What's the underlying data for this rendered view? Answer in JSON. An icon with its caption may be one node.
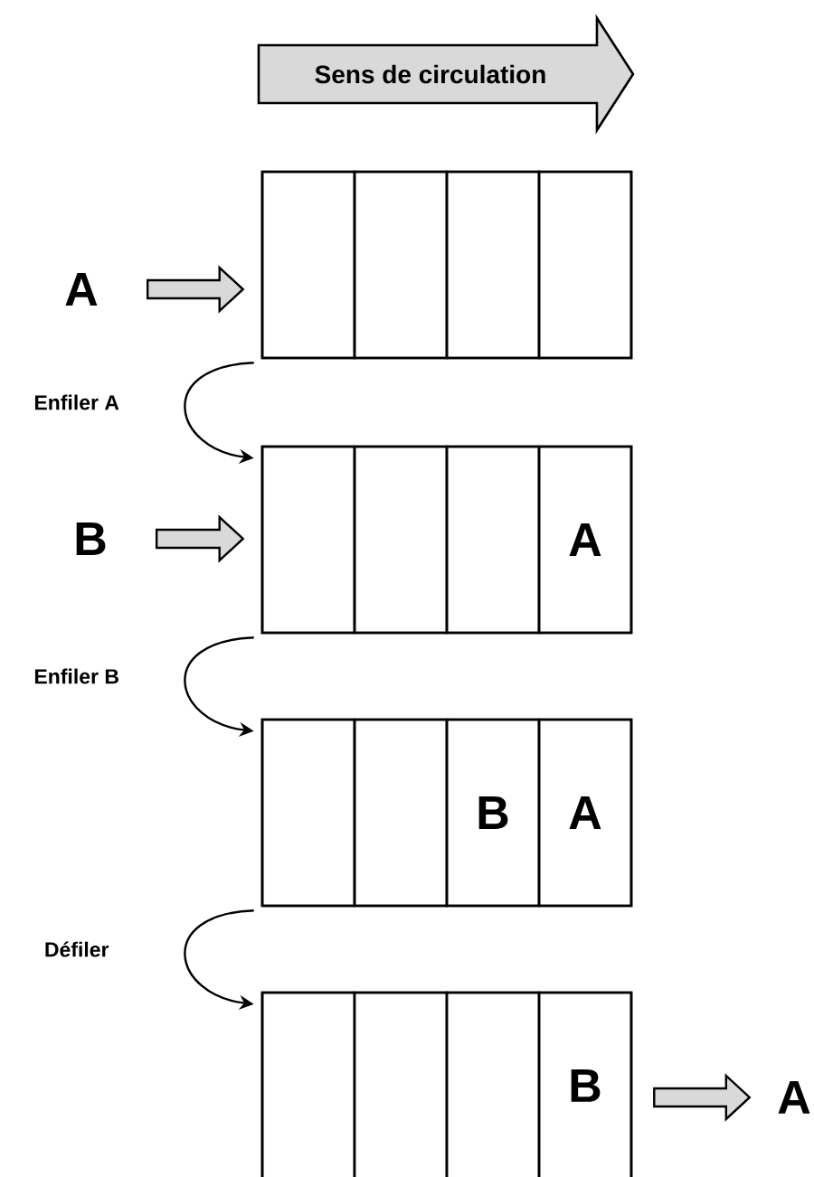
{
  "diagram": {
    "nodes": [
      {
        "text": [
          "A"
        ]
      },
      {
        "text": [],
        "shape": "box"
      },
      {
        "text": [],
        "shape": "box",
        "in": 1
      },
      {
        "text": [],
        "shape": "box",
        "in": 1
      },
      {
        "text": [],
        "shape": "box",
        "in": 1
      },
      {
        "text": [],
        "shape": "box",
        "in": 1
      },
      {
        "text": [
          "B"
        ]
      },
      {
        "text": [],
        "shape": "box"
      },
      {
        "text": [],
        "shape": "box",
        "in": 7
      },
      {
        "text": [],
        "shape": "box",
        "in": 7
      },
      {
        "text": [],
        "shape": "box",
        "in": 7
      },
      {
        "text": [
          "A"
        ],
        "in": 7
      },
      {
        "text": [],
        "shape": "box"
      },
      {
        "text": [],
        "shape": "box",
        "in": 12
      },
      {
        "text": [],
        "shape": "box",
        "in": 12
      },
      {
        "text": [
          "B"
        ],
        "in": 12
      },
      {
        "text": [
          "A"
        ],
        "in": 12
      },
      {
        "text": [],
        "shape": "box"
      },
      {
        "text": [],
        "shape": "box",
        "in": 17
      },
      {
        "text": [],
        "shape": "box",
        "in": 17
      },
      {
        "text": [],
        "shape": "box",
        "in": 17
      },
      {
        "text": [
          "B"
        ],
        "in": 17
      },
      {
        "text": [
          "A"
        ]
      }
    ],
    "edges": [
      {
        "from": 0,
        "to": 1,
        "arrow": "to",
        "style": "thick"
      },
      {
        "from": 1,
        "to": 7,
        "arrow": "to",
        "label": "Enfiler A"
      },
      {
        "from": 6,
        "to": 7,
        "arrow": "to",
        "style": "thick"
      },
      {
        "from": 7,
        "to": 12,
        "arrow": "to",
        "label": "Enfiler B"
      },
      {
        "from": 12,
        "to": 17,
        "arrow": "to",
        "label": "Défiler"
      },
      {
        "from": 21,
        "to": 22,
        "arrow": "to",
        "style": "thick"
      }
    ],
    "labels": [
      "Sens de circulation"
    ]
  }
}
